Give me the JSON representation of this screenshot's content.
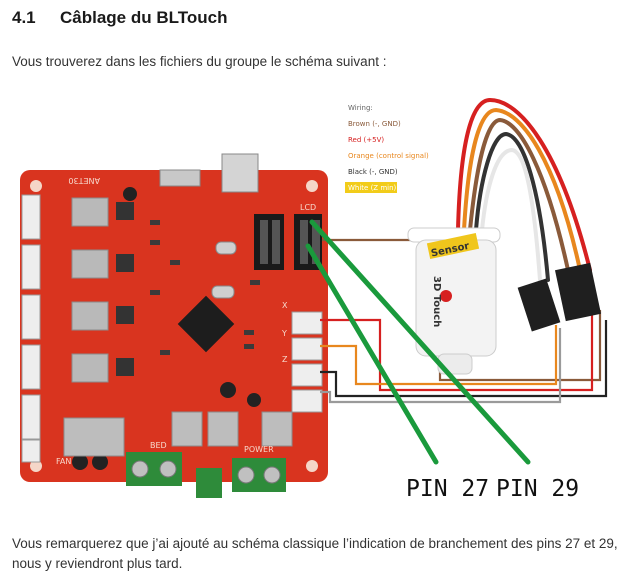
{
  "section": {
    "number": "4.1",
    "title": "Câblage du BLTouch"
  },
  "intro_text": "Vous trouverez dans les fichiers du groupe le schéma suivant :",
  "figure": {
    "board_label": "ANET30",
    "wiring_legend": {
      "title": "Wiring:",
      "lines": [
        {
          "text": "Brown (-, GND)",
          "color": "#8a5a3a"
        },
        {
          "text": "Red (+5V)",
          "color": "#d62020"
        },
        {
          "text": "Orange (control signal)",
          "color": "#e8871e"
        },
        {
          "text": "Black (-, GND)",
          "color": "#333333"
        },
        {
          "text": "White (Z min)",
          "color": "#ffffff",
          "highlight": "#f2cc1a"
        }
      ]
    },
    "sensor": {
      "word": "Sensor",
      "brand": "3D Touch"
    },
    "board_marks": {
      "lcd": "LCD",
      "bed": "BED",
      "power": "POWER",
      "fan": "FAN",
      "ends": [
        "X",
        "Y",
        "Z"
      ]
    },
    "pin_labels": [
      "PIN 27",
      "PIN 29"
    ],
    "line_color": "#1a9a3c"
  },
  "outro_text": "Vous remarquerez que j’ai ajouté au schéma classique l’indication de branchement des pins 27 et 29, nous y reviendront plus tard."
}
